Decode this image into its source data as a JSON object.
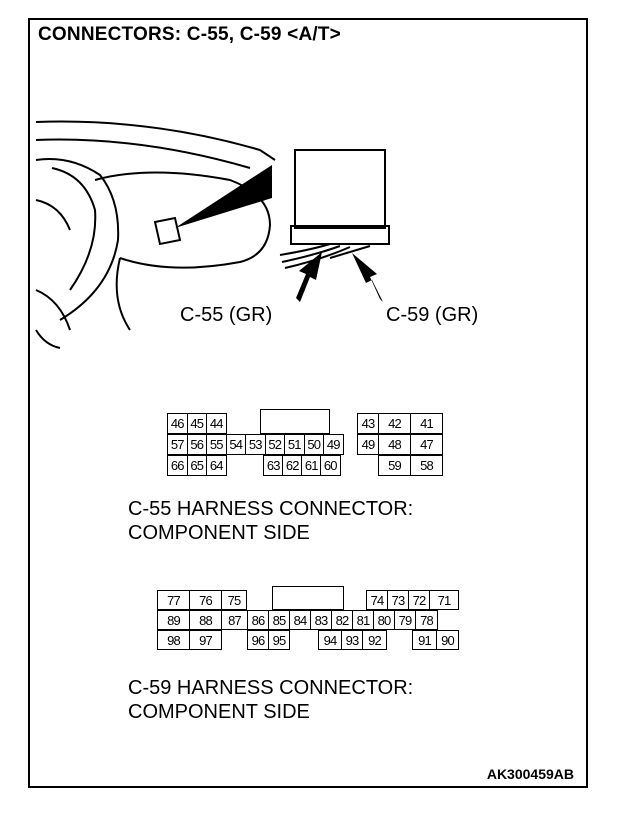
{
  "title": "CONNECTORS: C-55, C-59 <A/T>",
  "callouts": {
    "c55": "C-55 (GR)",
    "c59": "C-59 (GR)"
  },
  "connector_c55": {
    "caption_line1": "C-55 HARNESS CONNECTOR:",
    "caption_line2": "COMPONENT SIDE",
    "rows": [
      [
        "46",
        "45",
        "44",
        "",
        "",
        "",
        "",
        "",
        "",
        "43",
        "42",
        "41"
      ],
      [
        "57",
        "56",
        "55",
        "54",
        "53",
        "52",
        "51",
        "50",
        "49",
        "48",
        "47"
      ],
      [
        "66",
        "65",
        "64",
        "",
        "63",
        "62",
        "61",
        "60",
        "",
        "59",
        "58"
      ]
    ]
  },
  "connector_c59": {
    "caption_line1": "C-59 HARNESS CONNECTOR:",
    "caption_line2": "COMPONENT SIDE",
    "rows": [
      [
        "77",
        "76",
        "75",
        "74",
        "73",
        "72",
        "71"
      ],
      [
        "89",
        "88",
        "87",
        "86",
        "85",
        "84",
        "83",
        "82",
        "81",
        "80",
        "79",
        "78"
      ],
      [
        "98",
        "97",
        "96",
        "95",
        "94",
        "93",
        "92",
        "91",
        "90"
      ]
    ]
  },
  "figure_code": "AK300459AB"
}
